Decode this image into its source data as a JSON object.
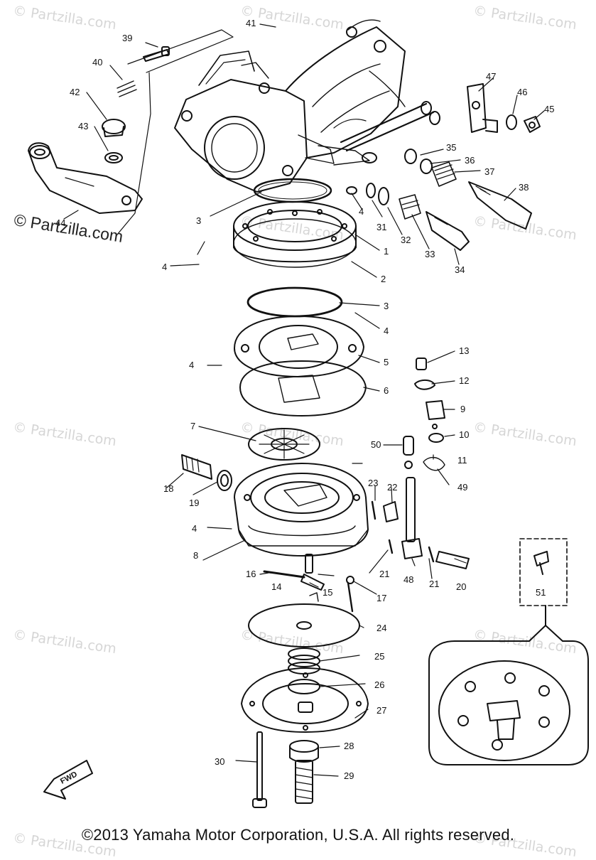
{
  "watermark_text": "© Partzilla.com",
  "brand_text": "© Partzilla.com",
  "copyright": "©2013 Yamaha Motor Corporation, U.S.A. All rights reserved.",
  "fwd_label": "FWD",
  "callouts": [
    "1",
    "2",
    "3",
    "3",
    "4",
    "4",
    "4",
    "4",
    "4",
    "5",
    "6",
    "7",
    "8",
    "9",
    "10",
    "11",
    "12",
    "13",
    "14",
    "15",
    "16",
    "17",
    "18",
    "19",
    "20",
    "21",
    "21",
    "22",
    "23",
    "24",
    "25",
    "26",
    "27",
    "28",
    "29",
    "30",
    "31",
    "32",
    "33",
    "34",
    "35",
    "36",
    "37",
    "38",
    "39",
    "40",
    "41",
    "42",
    "43",
    "44",
    "45",
    "46",
    "47",
    "48",
    "49",
    "50",
    "51"
  ]
}
